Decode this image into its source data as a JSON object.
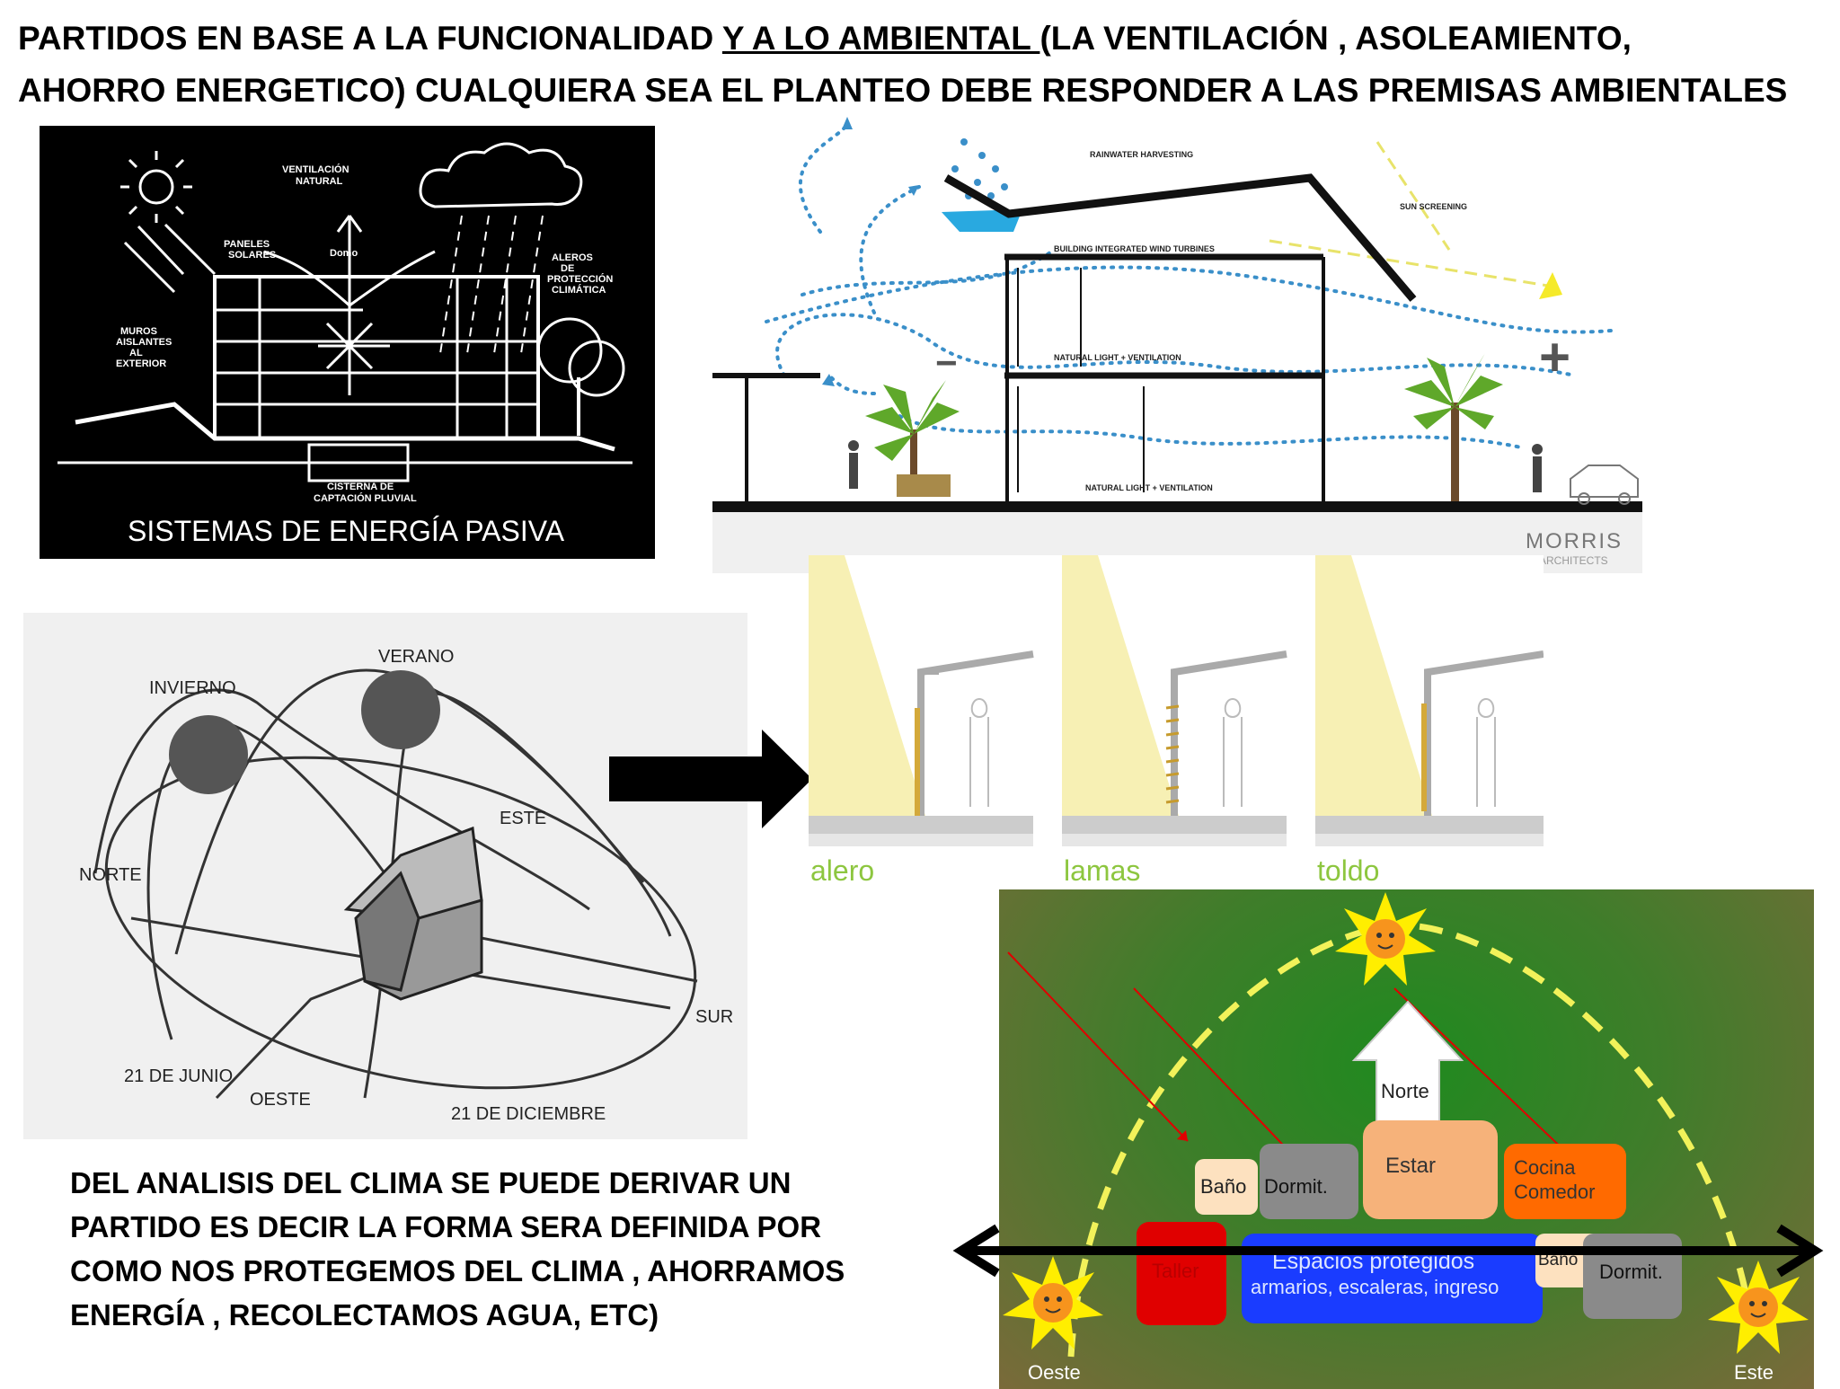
{
  "title": {
    "part1": "PARTIDOS EN BASE A LA FUNCIONALIDAD ",
    "underlined": "Y A LO AMBIENTAL ",
    "part2": "(LA VENTILACIÓN , ASOLEAMIENTO,",
    "line2": "AHORRO ENERGETICO)  CUALQUIERA SEA EL PLANTEO DEBE RESPONDER A LAS PREMISAS AMBIENTALES"
  },
  "passive_sketch": {
    "caption": "SISTEMAS DE ENERGÍA PASIVA",
    "labels": {
      "ventilation": [
        "VENTILACIÓN",
        "NATURAL"
      ],
      "panels": [
        "PANELES",
        "SOLARES"
      ],
      "domo": "Domo",
      "aleros": [
        "ALEROS",
        "DE",
        "PROTECCIÓN",
        "CLIMÁTICA"
      ],
      "muros": [
        "MUROS",
        "AISLANTES",
        "AL",
        "EXTERIOR"
      ],
      "cisterna": [
        "CISTERNA DE",
        "CAPTACIÓN PLUVIAL"
      ]
    }
  },
  "section_diagram": {
    "labels": {
      "rainwater": "RAINWATER HARVESTING",
      "sun_screening": "SUN SCREENING",
      "wind_turbines": "BUILDING INTEGRATED WIND TURBINES",
      "natural_light_upper": "NATURAL LIGHT + VENTILATION",
      "natural_light_lower": "NATURAL LIGHT + VENTILATION",
      "minus": "−",
      "plus": "+"
    },
    "firm": "MORRIS",
    "firm_sub": "ARCHITECTS"
  },
  "sun_path": {
    "labels": {
      "invierno": "INVIERNO",
      "verano": "VERANO",
      "este": "ESTE",
      "norte": "NORTE",
      "sur": "SUR",
      "junio": "21 DE JUNIO",
      "oeste": "OESTE",
      "diciembre": "21 DE DICIEMBRE"
    }
  },
  "shading": {
    "items": [
      "alero",
      "lamas",
      "toldo"
    ],
    "label_color": "#8dc63f"
  },
  "orientation": {
    "norte_arrow": "Norte",
    "rooms": {
      "bano_top": "Baño",
      "dormit_top": "Dormit.",
      "estar": "Estar",
      "cocina_line1": "Cocina",
      "cocina_line2": "Comedor",
      "taller": "Taller",
      "protegidos_line1": "Espacios protegidos",
      "protegidos_line2": "armarios, escaleras, ingreso",
      "bano_bottom": "Baño",
      "dormit_bottom": "Dormit."
    },
    "oeste": "Oeste",
    "este": "Este"
  },
  "body_text": [
    "DEL ANALISIS DEL CLIMA SE PUEDE DERIVAR UN",
    "PARTIDO ES DECIR LA FORMA SERA DEFINIDA POR",
    "COMO NOS PROTEGEMOS DEL CLIMA , AHORRAMOS",
    "ENERGÍA , RECOLECTAMOS AGUA, ETC)"
  ],
  "colors": {
    "sketch_bg": "#000000",
    "shading_wall": "#f7f0b4",
    "room_estar": "#f6b27a",
    "room_cocina": "#ff6a00",
    "room_taller": "#e00000",
    "room_protegidos": "#1a3cff",
    "room_dormit": "#8a8a8a",
    "sun_yellow": "#ffee00",
    "path_yellow": "#f2f25a",
    "wind_dots": "#3a8fc9"
  }
}
